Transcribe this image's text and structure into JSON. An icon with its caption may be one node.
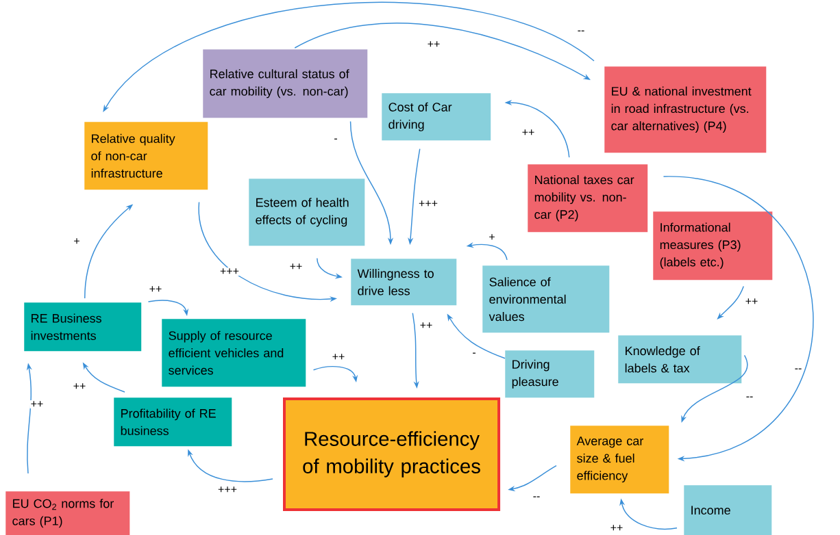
{
  "diagram": {
    "nodes": [
      {
        "text": [
          "Relative cultural status of car mobility (vs. non-car)"
        ]
      },
      {
        "text": [
          "EU & national investment in road infrastructure (vs. car alternatives) (P4)"
        ]
      },
      {
        "text": [
          "Cost of Car driving"
        ]
      },
      {
        "text": [
          "Relative quality of non-car infrastructure"
        ]
      },
      {
        "text": [
          "National taxes car mobility vs. non-car (P2)"
        ]
      },
      {
        "text": [
          "Esteem of health effects of cycling"
        ]
      },
      {
        "text": [
          "Informational measures (P3) (labels etc.)"
        ]
      },
      {
        "text": [
          "Willingness to drive less"
        ]
      },
      {
        "text": [
          "Salience of environmental values"
        ]
      },
      {
        "text": [
          "RE Business investments"
        ]
      },
      {
        "text": [
          "Supply of resource efficient  vehicles and services"
        ]
      },
      {
        "text": [
          "Knowledge of labels & tax"
        ]
      },
      {
        "text": [
          "Driving pleasure"
        ]
      },
      {
        "text": [
          "Profitability of RE business"
        ]
      },
      {
        "text": [
          "Resource-efficiency of mobility practices"
        ]
      },
      {
        "text": [
          "Average car size & fuel efficiency"
        ]
      },
      {
        "text": [
          "EU CO$_{2}$ norms for cars (P1)"
        ]
      },
      {
        "text": [
          "Income"
        ]
      }
    ],
    "edges": [
      {
        "from": 1,
        "to": 3,
        "arrow": "to",
        "label": "--"
      },
      {
        "from": 0,
        "to": 1,
        "arrow": "to",
        "label": "++"
      },
      {
        "from": 4,
        "to": 2,
        "arrow": "to",
        "label": "++"
      },
      {
        "from": 0,
        "to": 7,
        "arrow": "to",
        "label": "-"
      },
      {
        "from": 2,
        "to": 7,
        "arrow": "to",
        "label": "+++"
      },
      {
        "from": 3,
        "to": 7,
        "arrow": "to",
        "label": "+++"
      },
      {
        "from": 5,
        "to": 7,
        "arrow": "to",
        "label": "++"
      },
      {
        "from": 8,
        "to": 7,
        "arrow": "to",
        "label": "+"
      },
      {
        "from": 12,
        "to": 7,
        "arrow": "to",
        "label": "-"
      },
      {
        "from": 7,
        "to": 14,
        "arrow": "to",
        "label": "++"
      },
      {
        "from": 10,
        "to": 14,
        "arrow": "to",
        "label": "++"
      },
      {
        "from": 9,
        "to": 10,
        "arrow": "to",
        "label": "++"
      },
      {
        "from": 9,
        "to": 3,
        "arrow": "to",
        "label": "+"
      },
      {
        "from": 13,
        "to": 9,
        "arrow": "to",
        "label": "++"
      },
      {
        "from": 16,
        "to": 9,
        "arrow": "to",
        "label": "++"
      },
      {
        "from": 14,
        "to": 13,
        "arrow": "to",
        "label": "+++"
      },
      {
        "from": 4,
        "to": 15,
        "arrow": "to",
        "label": "--"
      },
      {
        "from": 6,
        "to": 11,
        "arrow": "to",
        "label": "++"
      },
      {
        "from": 11,
        "to": 15,
        "arrow": "to",
        "label": "--"
      },
      {
        "from": 15,
        "to": 14,
        "arrow": "to",
        "label": "--"
      },
      {
        "from": 17,
        "to": 15,
        "arrow": "to",
        "label": "++"
      }
    ]
  }
}
